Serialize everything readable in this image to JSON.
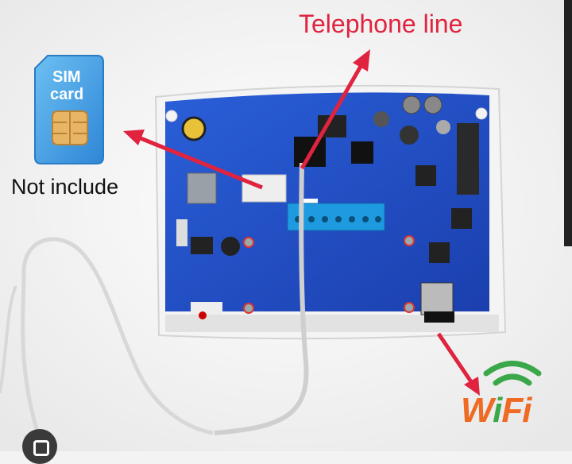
{
  "labels": {
    "telephone_line": "Telephone line",
    "sim_card_line1": "SIM",
    "sim_card_line2": "card",
    "not_include": "Not include",
    "wifi_w": "W",
    "wifi_i": "i",
    "wifi_fi": "Fi"
  },
  "colors": {
    "arrow": "#e0233f",
    "board": "#1f4fc7",
    "case": "#f6f6f6",
    "sim_card": "#4aa4e6",
    "chip": "#e8b565",
    "terminal": "#1e9be0",
    "wifi_orange": "#ef6a22",
    "wifi_green": "#3aa84a"
  },
  "icons": {
    "sim": "sim-card-icon",
    "wifi": "wifi-signal-icon",
    "lens": "google-lens-icon"
  }
}
